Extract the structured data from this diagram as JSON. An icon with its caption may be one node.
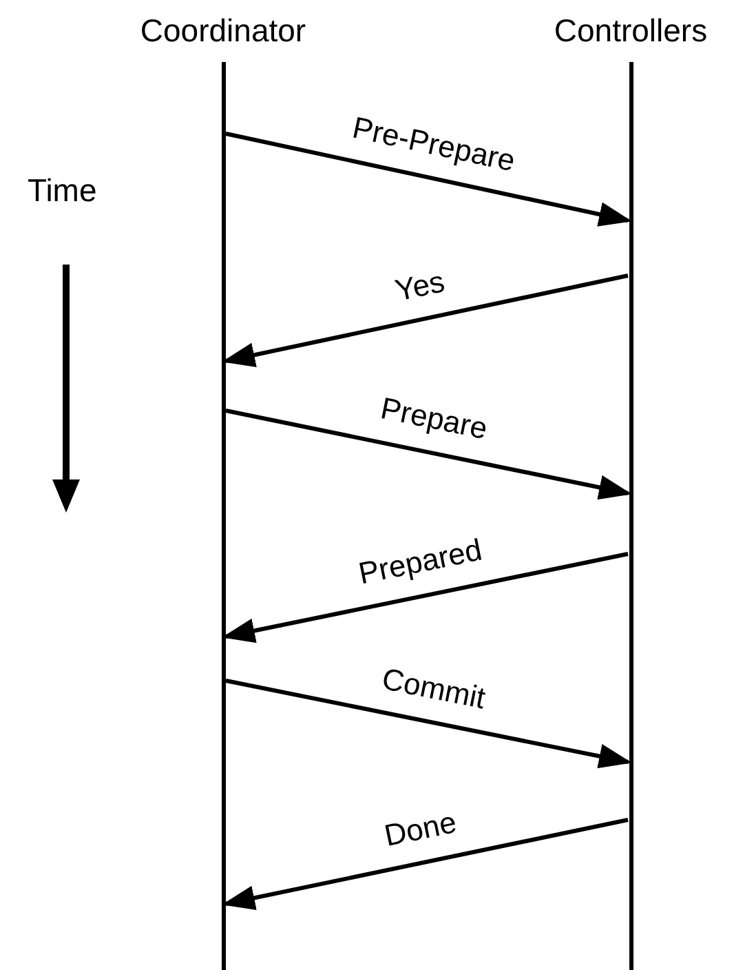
{
  "diagram": {
    "nodes": [
      {
        "text": [
          "Coordinator"
        ]
      },
      {
        "text": [
          "Controllers"
        ]
      }
    ],
    "edges": [
      {
        "from": 0,
        "to": 1,
        "arrow": "to",
        "label": "Pre-Prepare"
      },
      {
        "from": 1,
        "to": 0,
        "arrow": "to",
        "label": "Yes"
      },
      {
        "from": 0,
        "to": 1,
        "arrow": "to",
        "label": "Prepare"
      },
      {
        "from": 1,
        "to": 0,
        "arrow": "to",
        "label": "Prepared"
      },
      {
        "from": 0,
        "to": 1,
        "arrow": "to",
        "label": "Commit"
      },
      {
        "from": 1,
        "to": 0,
        "arrow": "to",
        "label": "Done"
      }
    ],
    "labels": [
      "Time"
    ]
  }
}
